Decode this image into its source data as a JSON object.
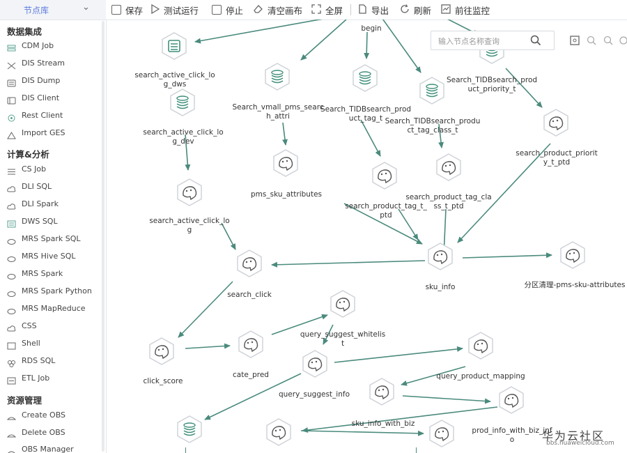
{
  "sidebar": {
    "title": "节点库",
    "categories": [
      {
        "name": "数据集成",
        "items": [
          "CDM Job",
          "DIS Stream",
          "DIS Dump",
          "DIS Client",
          "Rest Client",
          "Import GES"
        ]
      },
      {
        "name": "计算&分析",
        "items": [
          "CS Job",
          "DLI SQL",
          "DLI Spark",
          "DWS SQL",
          "MRS Spark SQL",
          "MRS Hive SQL",
          "MRS Spark",
          "MRS Spark Python",
          "MRS MapReduce",
          "CSS",
          "Shell",
          "RDS SQL",
          "ETL Job"
        ]
      },
      {
        "name": "资源管理",
        "items": [
          "Create OBS",
          "Delete OBS",
          "OBS Manager"
        ]
      }
    ]
  },
  "toolbar": {
    "save": "保存",
    "test_run": "测试运行",
    "stop": "停止",
    "clear_canvas": "清空画布",
    "fullscreen": "全屏",
    "export": "导出",
    "refresh": "刷新",
    "monitor": "前往监控"
  },
  "search": {
    "placeholder": "输入节点名称查询"
  },
  "colors": {
    "accent": "#5e7ce0",
    "edge": "#4a8a7c",
    "node_border": "#cfd3d8"
  },
  "nodes": {
    "begin": "begin",
    "search_active_click_log_dws": "search_active_click_log_dws",
    "search_active_click_log_dev": "search_active_click_log_dev",
    "search_vmall_pms_search_attri": "Search_vmall_pms_search_attri",
    "search_tidbsearch_product_tag_t": "Search_TIDBsearch_product_tag_t",
    "search_tidbsearch_product_tag_class_t": "Search_TIDBsearch_product_tag_class_t",
    "search_tidbsearch_product_priority_t": "Search_TIDBsearch_product_priority_t",
    "search_product_priority_t_ptd": "search_product_priority_t_ptd",
    "search_active_click_log": "search_active_click_log",
    "pms_sku_attributes": "pms_sku_attributes",
    "search_product_tag_t_ptd": "search_product_tag_t_ptd",
    "search_product_tag_class_t_ptd": "search_product_tag_class_t_ptd",
    "sku_info": "sku_info",
    "partition_clean": "分区清理-pms-sku-attributes",
    "search_click": "search_click",
    "query_suggest_whitelist": "query_suggest_whitelist",
    "click_score": "click_score",
    "cate_pred": "cate_pred",
    "query_suggest_info": "query_suggest_info",
    "query_product_mapping": "query_product_mapping",
    "sku_info_with_biz": "sku_info_with_biz",
    "prod_info_with_biz_info": "prod_info_with_biz_info"
  },
  "watermark": {
    "text": "华为云社区",
    "url": "bbs.huaweicloud.com"
  }
}
